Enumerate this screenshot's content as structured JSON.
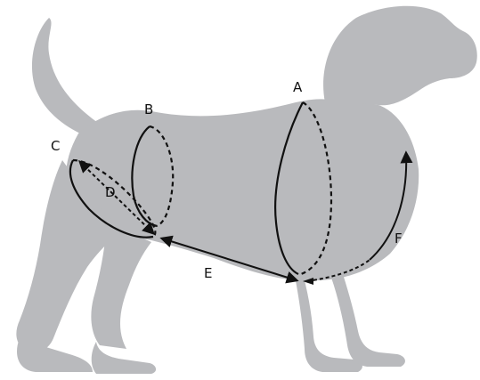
{
  "labels": {
    "a": "A",
    "b": "B",
    "c": "C",
    "d": "D",
    "e": "E",
    "f": "F"
  },
  "colors": {
    "silhouette": "#b9babd",
    "line": "#111111",
    "background": "#ffffff"
  }
}
